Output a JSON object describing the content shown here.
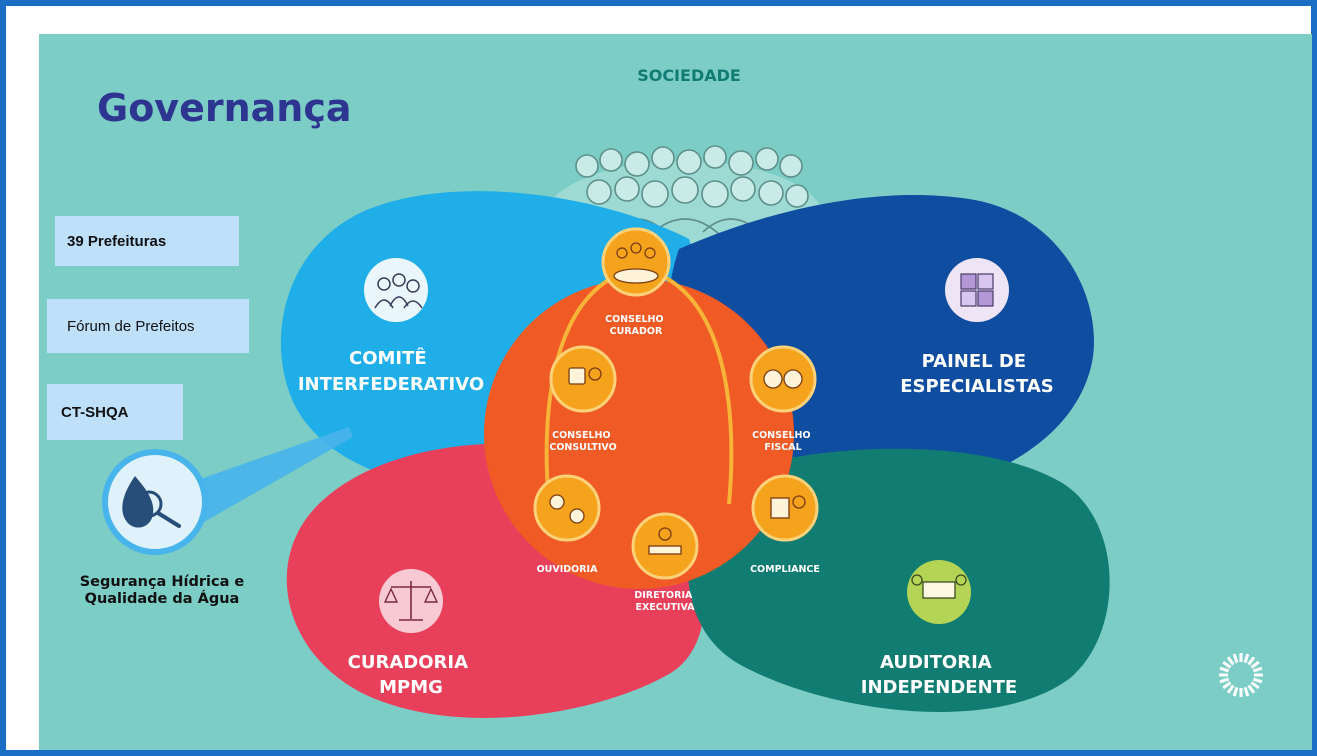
{
  "slide_title": "Governança",
  "sociedade_label": "SOCIEDADE",
  "petals": {
    "comite": [
      "COMITÊ",
      "INTERFEDERATIVO"
    ],
    "painel": [
      "PAINEL DE",
      "ESPECIALISTAS"
    ],
    "curadoria": [
      "CURADORIA",
      "MPMG"
    ],
    "auditoria": [
      "AUDITORIA",
      "INDEPENDENTE"
    ]
  },
  "governance_nodes": {
    "conselho_curador": [
      "CONSELHO",
      "CURADOR"
    ],
    "conselho_consultivo": [
      "CONSELHO",
      "CONSULTIVO"
    ],
    "conselho_fiscal": [
      "CONSELHO",
      "FISCAL"
    ],
    "ouvidoria": [
      "OUVIDORIA"
    ],
    "diretoria_executiva": [
      "DIRETORIA",
      "EXECUTIVA"
    ],
    "compliance": [
      "COMPLIANCE"
    ]
  },
  "side_boxes": {
    "prefeituras": "39 Prefeituras",
    "forum": "Fórum de Prefeitos",
    "ct_shqa": "CT-SHQA"
  },
  "magnifier_caption": {
    "line1": "Segurança Hídrica e",
    "line2": "Qualidade da Água"
  },
  "colors": {
    "frame": "#1a6fc4",
    "background": "#7ccdc6",
    "comite": "#20aee8",
    "painel": "#0f4da0",
    "curadoria": "#e8405a",
    "auditoria": "#117c72",
    "center": "#ef5a25",
    "node": "#f5a31c",
    "title": "#2d3590",
    "box": "#bfe0fb"
  },
  "icons": {
    "sociedade": "crowd-icon",
    "comite": "people-icon",
    "painel": "puzzle-icon",
    "curadoria": "scales-icon",
    "auditoria": "document-review-icon",
    "conselho_curador": "meeting-table-icon",
    "conselho_consultivo": "advice-icon",
    "conselho_fiscal": "money-bags-icon",
    "ouvidoria": "feedback-icon",
    "diretoria_executiva": "executive-desk-icon",
    "compliance": "checklist-icon",
    "magnifier": "water-drop-magnifier-icon",
    "logo": "circle-logo-icon"
  }
}
